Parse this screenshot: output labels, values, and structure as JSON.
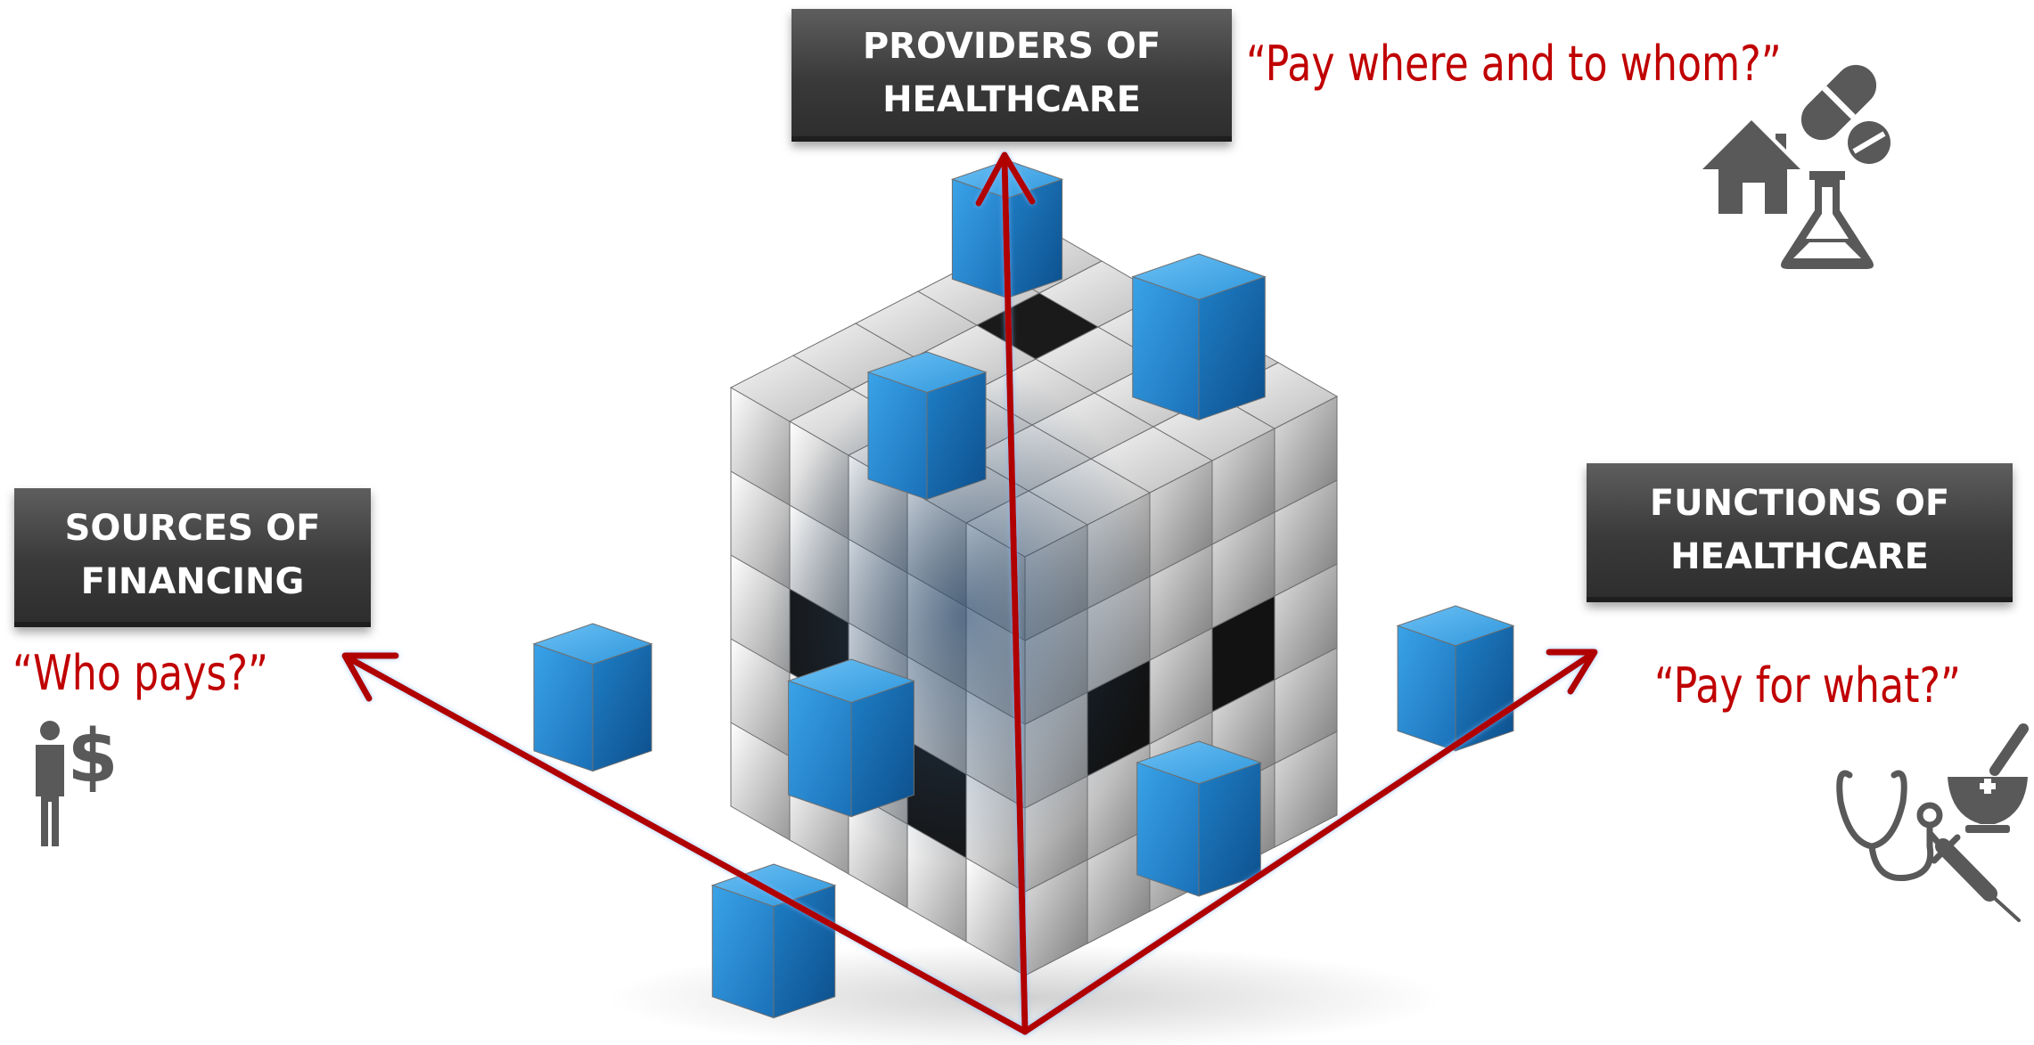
{
  "axes": {
    "providers": {
      "title_line1": "PROVIDERS OF",
      "title_line2": "HEALTHCARE",
      "question": "“Pay where and to whom?”",
      "icons": [
        "house-icon",
        "pill-icon",
        "tablet-icon",
        "flask-icon"
      ]
    },
    "sources": {
      "title_line1": "SOURCES OF",
      "title_line2": "FINANCING",
      "question": "“Who pays?”",
      "icons": [
        "person-icon",
        "dollar-icon"
      ]
    },
    "functions": {
      "title_line1": "FUNCTIONS OF",
      "title_line2": "HEALTHCARE",
      "question": "“Pay for what?”",
      "icons": [
        "stethoscope-icon",
        "mortar-pestle-icon",
        "syringe-icon"
      ]
    }
  },
  "colors": {
    "arrow": "#b00000",
    "question_text": "#c00000",
    "label_box": "#3f3f3f",
    "cube_blue": "#1e88d8",
    "cube_silver": "#d8d8d8",
    "icon_gray": "#595959"
  }
}
